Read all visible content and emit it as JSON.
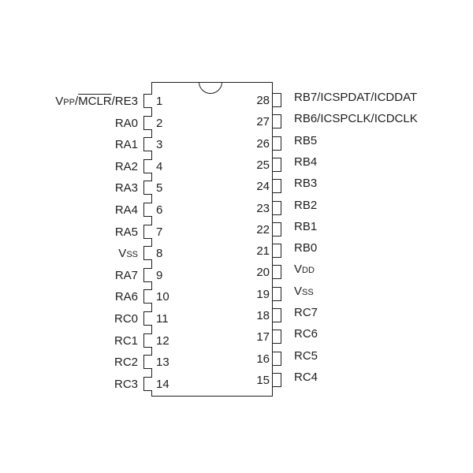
{
  "diagram": {
    "type": "28-pin DIP pinout",
    "left_pins": [
      {
        "number": "1",
        "parts": [
          {
            "t": "V"
          },
          {
            "t": "PP",
            "small": true
          },
          {
            "t": "/"
          },
          {
            "t": "MCLR",
            "over": true
          },
          {
            "t": "/RE3"
          }
        ]
      },
      {
        "number": "2",
        "parts": [
          {
            "t": "RA0"
          }
        ]
      },
      {
        "number": "3",
        "parts": [
          {
            "t": "RA1"
          }
        ]
      },
      {
        "number": "4",
        "parts": [
          {
            "t": "RA2"
          }
        ]
      },
      {
        "number": "5",
        "parts": [
          {
            "t": "RA3"
          }
        ]
      },
      {
        "number": "6",
        "parts": [
          {
            "t": "RA4"
          }
        ]
      },
      {
        "number": "7",
        "parts": [
          {
            "t": "RA5"
          }
        ]
      },
      {
        "number": "8",
        "parts": [
          {
            "t": "V"
          },
          {
            "t": "SS",
            "small": true
          }
        ]
      },
      {
        "number": "9",
        "parts": [
          {
            "t": "RA7"
          }
        ]
      },
      {
        "number": "10",
        "parts": [
          {
            "t": "RA6"
          }
        ]
      },
      {
        "number": "11",
        "parts": [
          {
            "t": "RC0"
          }
        ]
      },
      {
        "number": "12",
        "parts": [
          {
            "t": "RC1"
          }
        ]
      },
      {
        "number": "13",
        "parts": [
          {
            "t": "RC2"
          }
        ]
      },
      {
        "number": "14",
        "parts": [
          {
            "t": "RC3"
          }
        ]
      }
    ],
    "right_pins": [
      {
        "number": "28",
        "parts": [
          {
            "t": "RB7/ICSPDAT/ICDDAT"
          }
        ]
      },
      {
        "number": "27",
        "parts": [
          {
            "t": "RB6/ICSPCLK/ICDCLK"
          }
        ]
      },
      {
        "number": "26",
        "parts": [
          {
            "t": "RB5"
          }
        ]
      },
      {
        "number": "25",
        "parts": [
          {
            "t": "RB4"
          }
        ]
      },
      {
        "number": "24",
        "parts": [
          {
            "t": "RB3"
          }
        ]
      },
      {
        "number": "23",
        "parts": [
          {
            "t": "RB2"
          }
        ]
      },
      {
        "number": "22",
        "parts": [
          {
            "t": "RB1"
          }
        ]
      },
      {
        "number": "21",
        "parts": [
          {
            "t": "RB0"
          }
        ]
      },
      {
        "number": "20",
        "parts": [
          {
            "t": "V"
          },
          {
            "t": "DD",
            "small": true
          }
        ]
      },
      {
        "number": "19",
        "parts": [
          {
            "t": "V"
          },
          {
            "t": "SS",
            "small": true
          }
        ]
      },
      {
        "number": "18",
        "parts": [
          {
            "t": "RC7"
          }
        ]
      },
      {
        "number": "17",
        "parts": [
          {
            "t": "RC6"
          }
        ]
      },
      {
        "number": "16",
        "parts": [
          {
            "t": "RC5"
          }
        ]
      },
      {
        "number": "15",
        "parts": [
          {
            "t": "RC4"
          }
        ]
      }
    ]
  }
}
